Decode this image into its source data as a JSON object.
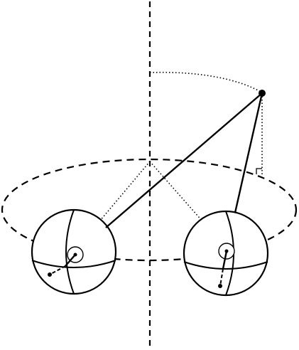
{
  "colors": {
    "background": "#ffffff",
    "ink": "#000000"
  },
  "diagram": {
    "elements": [
      "vertical-axis",
      "dashed-orbit-ellipse",
      "dotted-arc",
      "point",
      "dotted-plumb-line",
      "right-angle-marker",
      "sphere-left",
      "sphere-right",
      "line-point-to-sphere-left",
      "line-point-to-sphere-right",
      "dotted-lines-from-axis"
    ]
  }
}
